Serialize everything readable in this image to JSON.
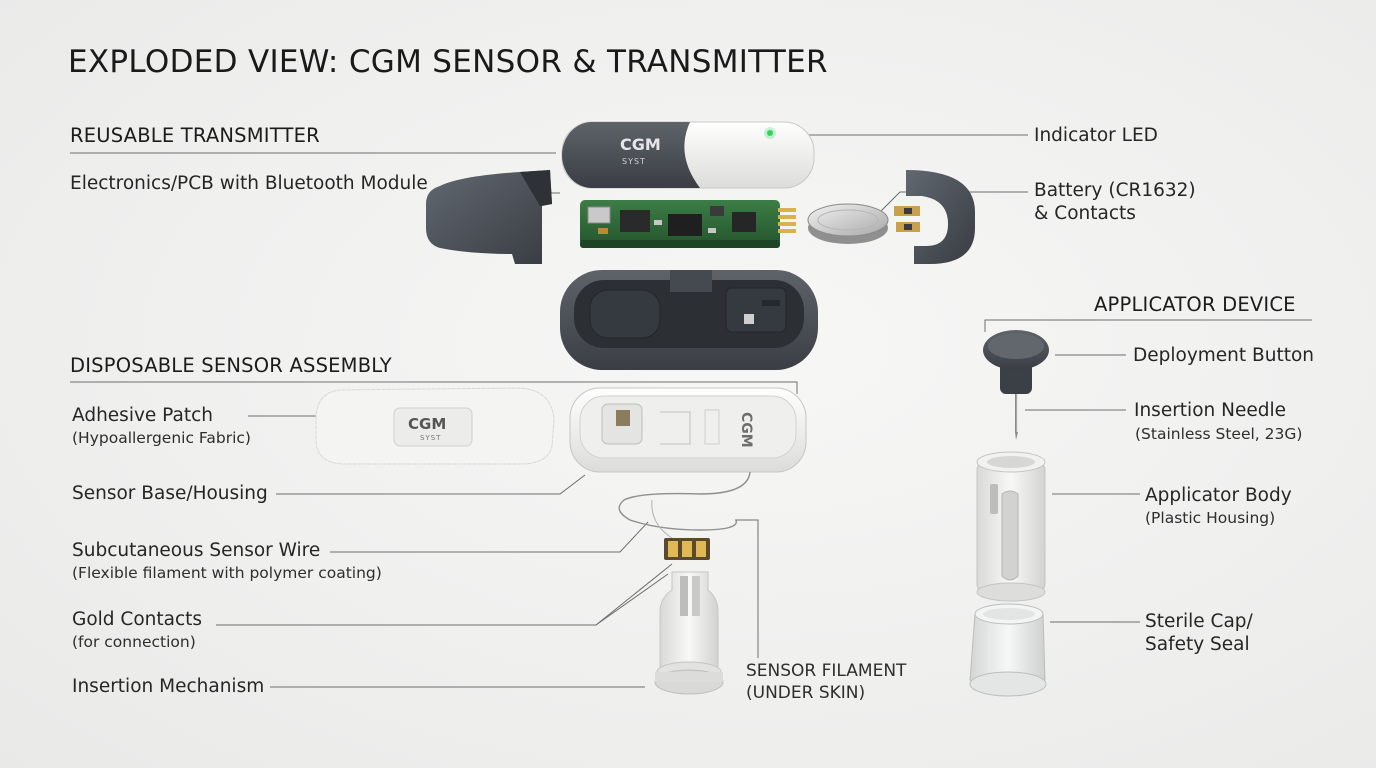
{
  "title": "EXPLODED VIEW: CGM SENSOR & TRANSMITTER",
  "sections": {
    "transmitter": "REUSABLE TRANSMITTER",
    "sensor": "DISPOSABLE SENSOR ASSEMBLY",
    "applicator": "APPLICATOR DEVICE"
  },
  "labels": {
    "indicator_led": "Indicator LED",
    "electronics": "Electronics/PCB with Bluetooth Module",
    "battery_line1": "Battery (CR1632)",
    "battery_line2": "& Contacts",
    "adhesive": "Adhesive Patch",
    "adhesive_sub": "(Hypoallergenic Fabric)",
    "sensor_base": "Sensor Base/Housing",
    "sensor_wire": "Subcutaneous Sensor Wire",
    "sensor_wire_sub": "(Flexible filament with polymer coating)",
    "gold_contacts": "Gold Contacts",
    "gold_contacts_sub": "(for connection)",
    "insertion_mechanism": "Insertion Mechanism",
    "sensor_filament_line1": "SENSOR FILAMENT",
    "sensor_filament_line2": "(UNDER SKIN)",
    "deployment_button": "Deployment Button",
    "insertion_needle": "Insertion Needle",
    "insertion_needle_sub": "(Stainless Steel, 23G)",
    "applicator_body": "Applicator Body",
    "applicator_body_sub": "(Plastic Housing)",
    "sterile_cap_line1": "Sterile Cap/",
    "sterile_cap_line2": "Safety Seal"
  },
  "device_markings": {
    "top_cover_brand": "CGM",
    "top_cover_sub": "SYST",
    "patch_brand": "CGM",
    "patch_sub": "SYST",
    "base_brand": "CGM"
  },
  "colors": {
    "dark_plastic": "#4a4f55",
    "white_plastic": "#f2f2f0",
    "pcb_green": "#2f6b3a",
    "led_green": "#2fd65a",
    "gold": "#c8a24a",
    "leader_line": "#6a6a6a"
  }
}
